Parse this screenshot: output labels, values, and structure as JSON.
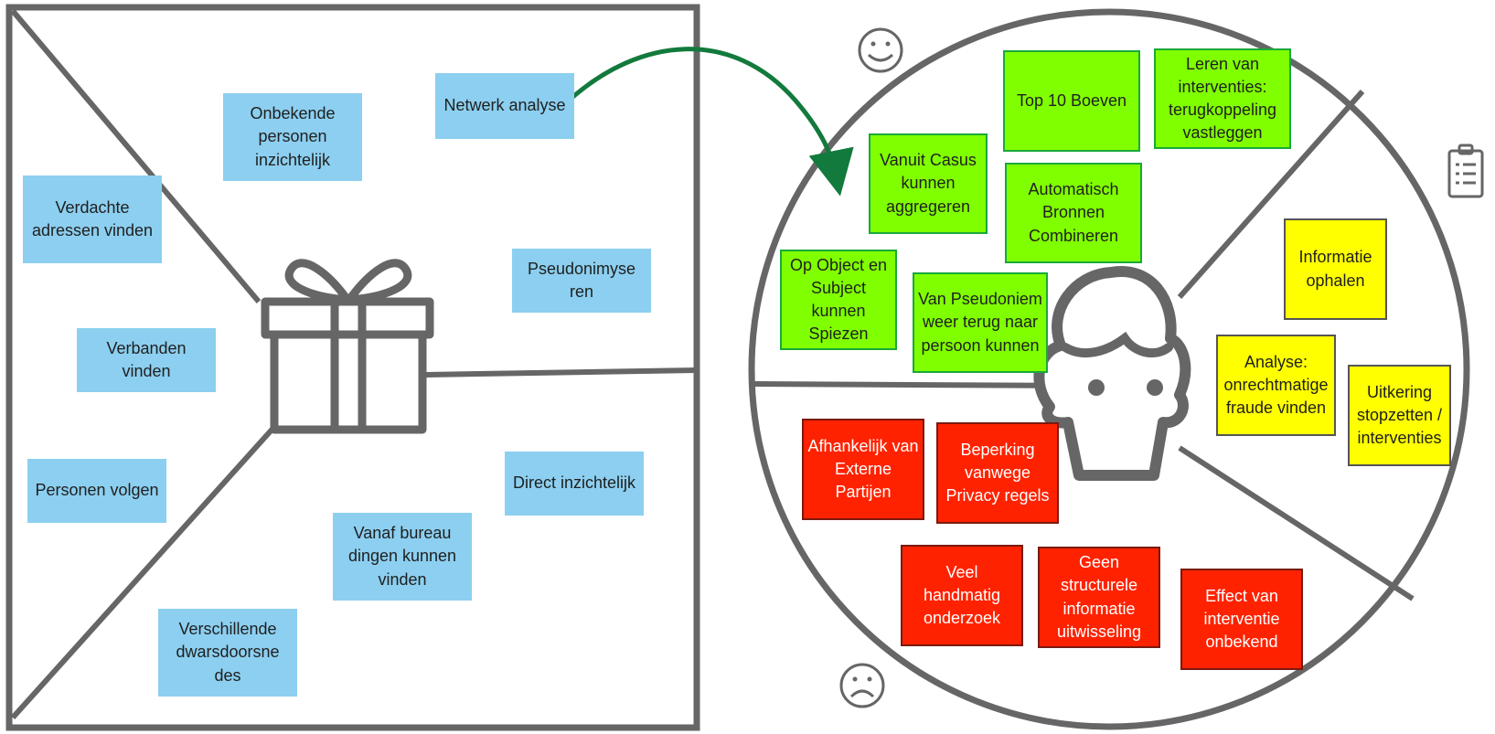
{
  "value_map": {
    "blue_notes": [
      "Verdachte adressen vinden",
      "Onbekende personen inzichtelijk",
      "Netwerk analyse",
      "Pseudonimyse ren",
      "Verbanden vinden",
      "Personen volgen",
      "Direct inzichtelijk",
      "Vanaf bureau dingen kunnen vinden",
      "Verschillende dwarsdoorsne des"
    ]
  },
  "customer_profile": {
    "gain_notes": [
      "Top 10 Boeven",
      "Leren van interventies: terugkoppeling vastleggen",
      "Vanuit Casus kunnen aggregeren",
      "Automatisch Bronnen Combineren",
      "Op Object en Subject kunnen Spiezen",
      "Van Pseudoniem weer terug naar persoon kunnen"
    ],
    "job_notes": [
      "Informatie ophalen",
      "Analyse: onrechtmatige fraude vinden",
      "Uitkering stopzetten / interventies"
    ],
    "pain_notes": [
      "Afhankelijk van Externe Partijen",
      "Beperking vanwege Privacy regels",
      "Veel handmatig onderzoek",
      "Geen structurele informatie uitwisseling",
      "Effect van interventie onbekend"
    ]
  },
  "icons": [
    "gift-icon",
    "smiley-icon",
    "sad-face-icon",
    "clipboard-icon",
    "person-icon"
  ],
  "colors": {
    "blue_note": "#8ccff0",
    "green_note": "#80ff00",
    "yellow_note": "#ffff00",
    "red_note": "#ff2200",
    "line": "#666666",
    "arrow": "#127a3c"
  }
}
